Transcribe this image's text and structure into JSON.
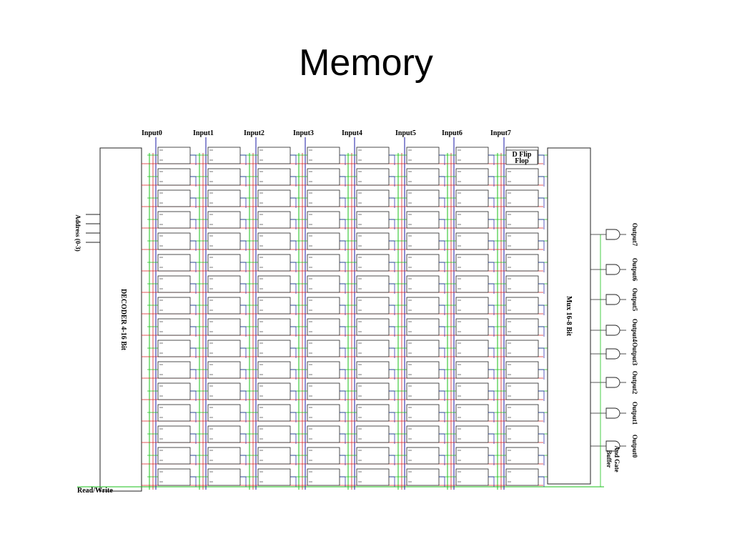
{
  "slide": {
    "title": "Memory"
  },
  "diagram": {
    "inputs": [
      "Input0",
      "Input1",
      "Input2",
      "Input3",
      "Input4",
      "Input5",
      "Input6",
      "Input7"
    ],
    "outputs": [
      "Output7",
      "Output6",
      "Output5",
      "Output4",
      "Output3",
      "Output2",
      "Output1",
      "Output0"
    ],
    "decoder_label": "DECODER 4-16 Bit",
    "mux_label": "Mux 16-8 Bit",
    "address_label": "Address (0-3)",
    "read_write_label": "Read/Write",
    "flipflop_label_line1": "D Flip",
    "flipflop_label_line2": "Flop",
    "buffer_label_line1": "Buffer",
    "buffer_label_line2": "And Gate",
    "rows": 16,
    "columns": 8,
    "colors": {
      "data_line": "#1a1aa6",
      "enable_line": "#d62020",
      "green_line": "#19c219",
      "gate_line": "#222222"
    }
  }
}
